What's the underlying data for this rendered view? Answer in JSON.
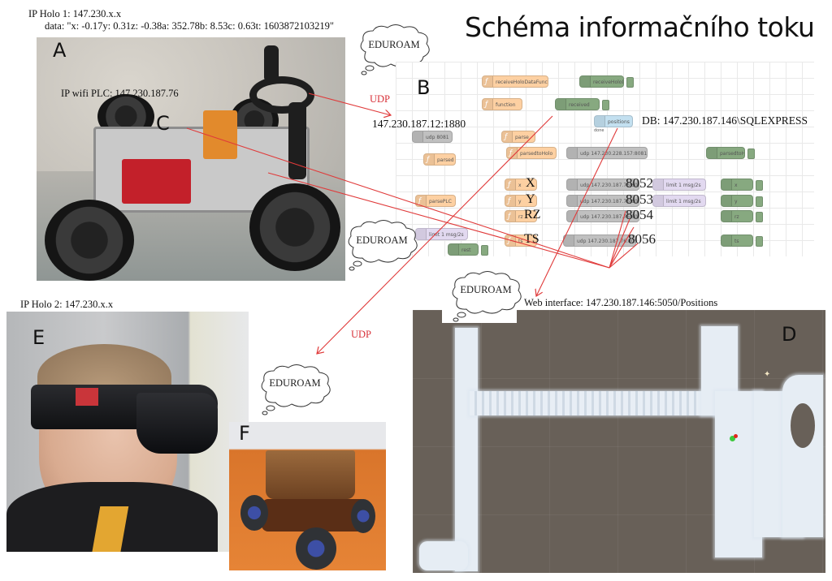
{
  "title": "Schéma informačního toku",
  "panels": {
    "A": {
      "letter": "A",
      "ip_label": "IP Holo 1: 147.230.x.x",
      "data_label": "data: \"x: -0.17y: 0.31z: -0.38a: 352.78b: 8.53c: 0.63t: 1603872103219\""
    },
    "B": {
      "letter": "B",
      "nodered_address": "147.230.187.12:1880",
      "db_label": "DB: 147.230.187.146\\SQLEXPRESS"
    },
    "C": {
      "letter": "C",
      "plc_label": "IP wifi PLC: 147.230.187.76"
    },
    "D": {
      "letter": "D",
      "web_label": "Web interface: 147.230.187.146:5050/Positions"
    },
    "E": {
      "letter": "E",
      "ip_label": "IP Holo 2: 147.230.x.x"
    },
    "F": {
      "letter": "F"
    }
  },
  "protocols": {
    "udp_top": "UDP",
    "udp_bottom": "UDP"
  },
  "clouds": [
    "EDUROAM",
    "EDUROAM",
    "EDUROAM",
    "EDUROAM"
  ],
  "nodered": {
    "nodes": [
      {
        "id": "receiveHolo",
        "type": "function",
        "label": "receiveHoloDataFunction"
      },
      {
        "id": "receiveDebug",
        "type": "debug",
        "label": "receiveHoloData"
      },
      {
        "id": "function",
        "type": "function",
        "label": "function"
      },
      {
        "id": "received",
        "type": "debug",
        "label": "received"
      },
      {
        "id": "udpIn",
        "type": "udp",
        "label": "udp 8081"
      },
      {
        "id": "parsed",
        "type": "function",
        "label": "parsed"
      },
      {
        "id": "positions",
        "type": "db",
        "label": "positions",
        "status": "done"
      },
      {
        "id": "parse",
        "type": "function",
        "label": "parse"
      },
      {
        "id": "parsedToHolo",
        "type": "function",
        "label": "parsedtoHolo"
      },
      {
        "id": "udpHolo",
        "type": "udp",
        "label": "udp 147.230.228.157:8081"
      },
      {
        "id": "parsedHoloDbg",
        "type": "debug",
        "label": "parsedtoHolo"
      },
      {
        "id": "parsePLC",
        "type": "function",
        "label": "parsePLC"
      },
      {
        "id": "limit",
        "type": "limit",
        "label": "limit 1 msg/2s"
      },
      {
        "id": "rest",
        "type": "debug",
        "label": "rest"
      }
    ],
    "axis_rows": [
      {
        "axis": "X",
        "fn_label": "x",
        "udp_label": "udp 147.230.187.76:8052",
        "port": "8052",
        "limit": "limit 1 msg/2s",
        "debug": "x"
      },
      {
        "axis": "Y",
        "fn_label": "y",
        "udp_label": "udp 147.230.187.76:8053",
        "port": "8053",
        "limit": "limit 1 msg/2s",
        "debug": "y"
      },
      {
        "axis": "RZ",
        "fn_label": "rz",
        "udp_label": "udp 147.230.187.76:8054",
        "port": "8054",
        "limit": "",
        "debug": "rz"
      },
      {
        "axis": "TS",
        "fn_label": "ts",
        "udp_label": "udp 147.230.187.76:8056",
        "port": "8056",
        "limit": "",
        "debug": "ts"
      }
    ]
  },
  "colors": {
    "arrow": "#e03a3a",
    "udp_text": "#d8323a",
    "map_bg": "#686058",
    "function_node": "#fdd0a2",
    "debug_node": "#87a980",
    "udp_node": "#c0c0c0",
    "limit_node": "#e2d9f0",
    "db_node": "#c3e0f0"
  }
}
